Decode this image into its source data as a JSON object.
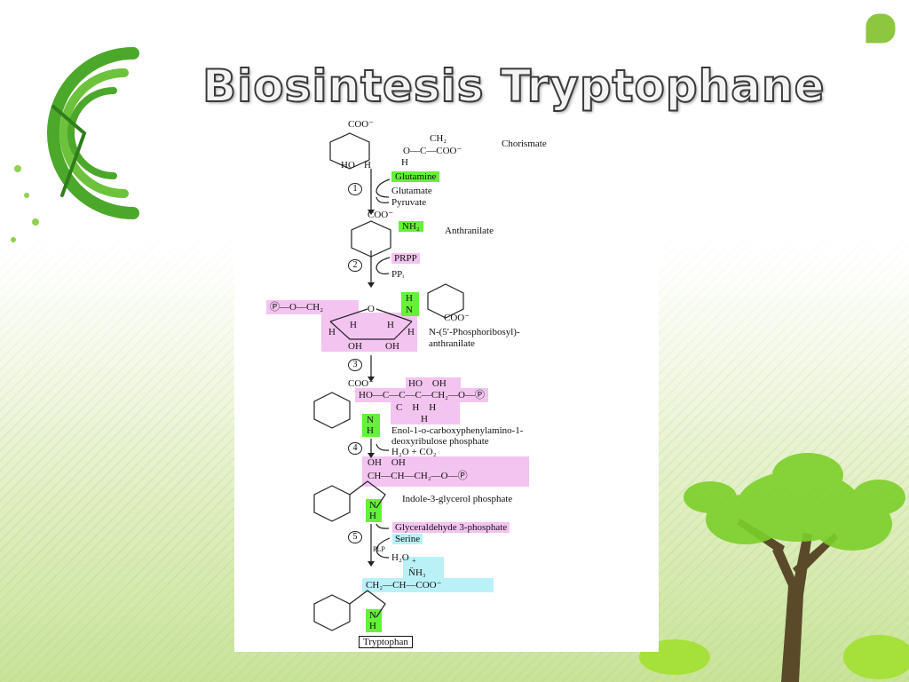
{
  "slide": {
    "title": "Biosintesis Tryptophane"
  },
  "colors": {
    "highlight_green": "#66f03a",
    "highlight_pink": "#f3c4f0",
    "highlight_cyan": "#b9f1f7",
    "theme_green": "#8dc63f"
  },
  "icons": {
    "logo": "green-swirl-logo",
    "corner": "green-leaf-icon",
    "decoration": "green-tree"
  },
  "diagram": {
    "chorismate": {
      "coo": "COO⁻",
      "ch2": "CH₂",
      "chain": "O—C—COO⁻",
      "h": "H",
      "ho": "HO",
      "h2": "H",
      "label": "Chorismate"
    },
    "step1": {
      "num": "1",
      "in": "Glutamine",
      "out1": "Glutamate",
      "out2": "Pyruvate"
    },
    "anthranilate": {
      "coo": "COO⁻",
      "nh2": "NH₂",
      "label": "Anthranilate"
    },
    "step2": {
      "num": "2",
      "in": "PRPP",
      "out": "PPᵢ"
    },
    "pra": {
      "p_chain": "Ⓟ—O—CH₂",
      "o": "O",
      "hn": "H",
      "n": "N",
      "coo": "COO⁻",
      "h1": "H",
      "h2": "H",
      "h3": "H",
      "h4": "H",
      "oh1": "OH",
      "oh2": "OH",
      "label1": "N-(5′-Phosphoribosyl)-",
      "label2": "anthranilate"
    },
    "step3": {
      "num": "3"
    },
    "cdrp": {
      "coo": "COO⁻",
      "top": "HO    OH",
      "chain": "HO—C—C—C—CH₂—O—Ⓟ",
      "row2": "C    H    H",
      "row3": "H",
      "n": "N",
      "h": "H",
      "label1": "Enol-1-o-carboxyphenylamino-1-",
      "label2": "deoxyribulose phosphate"
    },
    "step4": {
      "num": "4",
      "out": "H₂O + CO₂"
    },
    "igp": {
      "top": "OH    OH",
      "chain": "CH—CH—CH₂—O—Ⓟ",
      "n": "N",
      "h": "H",
      "label": "Indole-3-glycerol phosphate"
    },
    "step5": {
      "num": "5",
      "out1": "Glyceraldehyde 3-phosphate",
      "in": "Serine",
      "cofactor": "PLP",
      "out2": "H₂O"
    },
    "tryptophan": {
      "nh3": "N̈H₃",
      "plus": "+",
      "chain": "CH₂—CH—COO⁻",
      "n": "N",
      "h": "H",
      "label": "Tryptophan"
    }
  }
}
